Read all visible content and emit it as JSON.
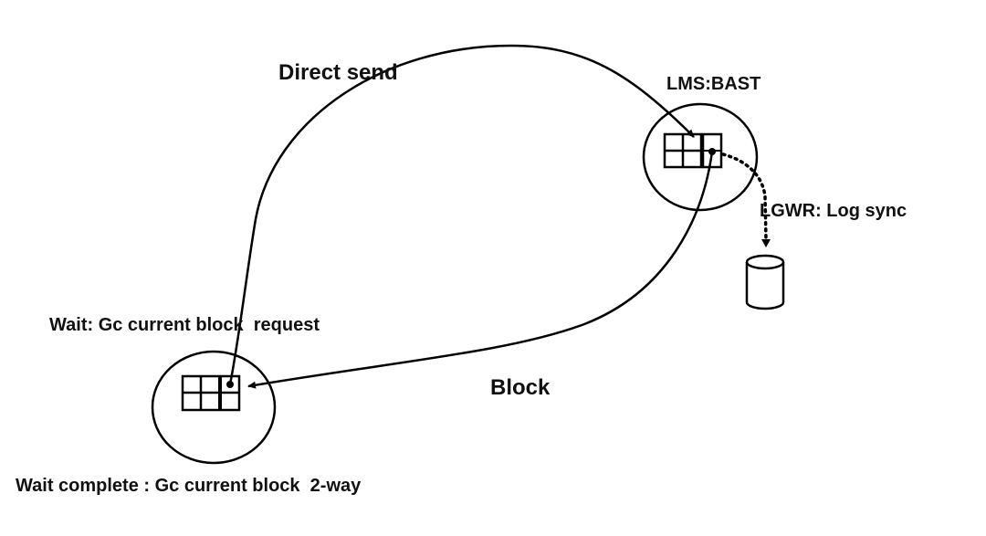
{
  "labels": {
    "direct_send": "Direct send",
    "lms_bast": "LMS:BAST",
    "lgwr_log_sync": "LGWR: Log sync",
    "wait_request": "Wait: Gc current block  request",
    "block": "Block",
    "wait_complete": "Wait complete : Gc current block  2-way"
  },
  "nodes": {
    "requesting_instance": {
      "label": "Wait: Gc current block  request",
      "buffer_cells": 6
    },
    "holding_instance": {
      "label": "LMS:BAST",
      "buffer_cells": 6
    },
    "redo_log_disk": {
      "label": "LGWR: Log sync"
    }
  },
  "edges": [
    {
      "from": "requesting_instance",
      "to": "holding_instance",
      "label": "Direct send",
      "style": "solid"
    },
    {
      "from": "holding_instance",
      "to": "requesting_instance",
      "label": "Block",
      "style": "solid"
    },
    {
      "from": "holding_instance",
      "to": "redo_log_disk",
      "label": "LGWR: Log sync",
      "style": "dotted"
    }
  ],
  "colors": {
    "stroke": "#000000",
    "text": "#111111",
    "background": "#ffffff"
  }
}
